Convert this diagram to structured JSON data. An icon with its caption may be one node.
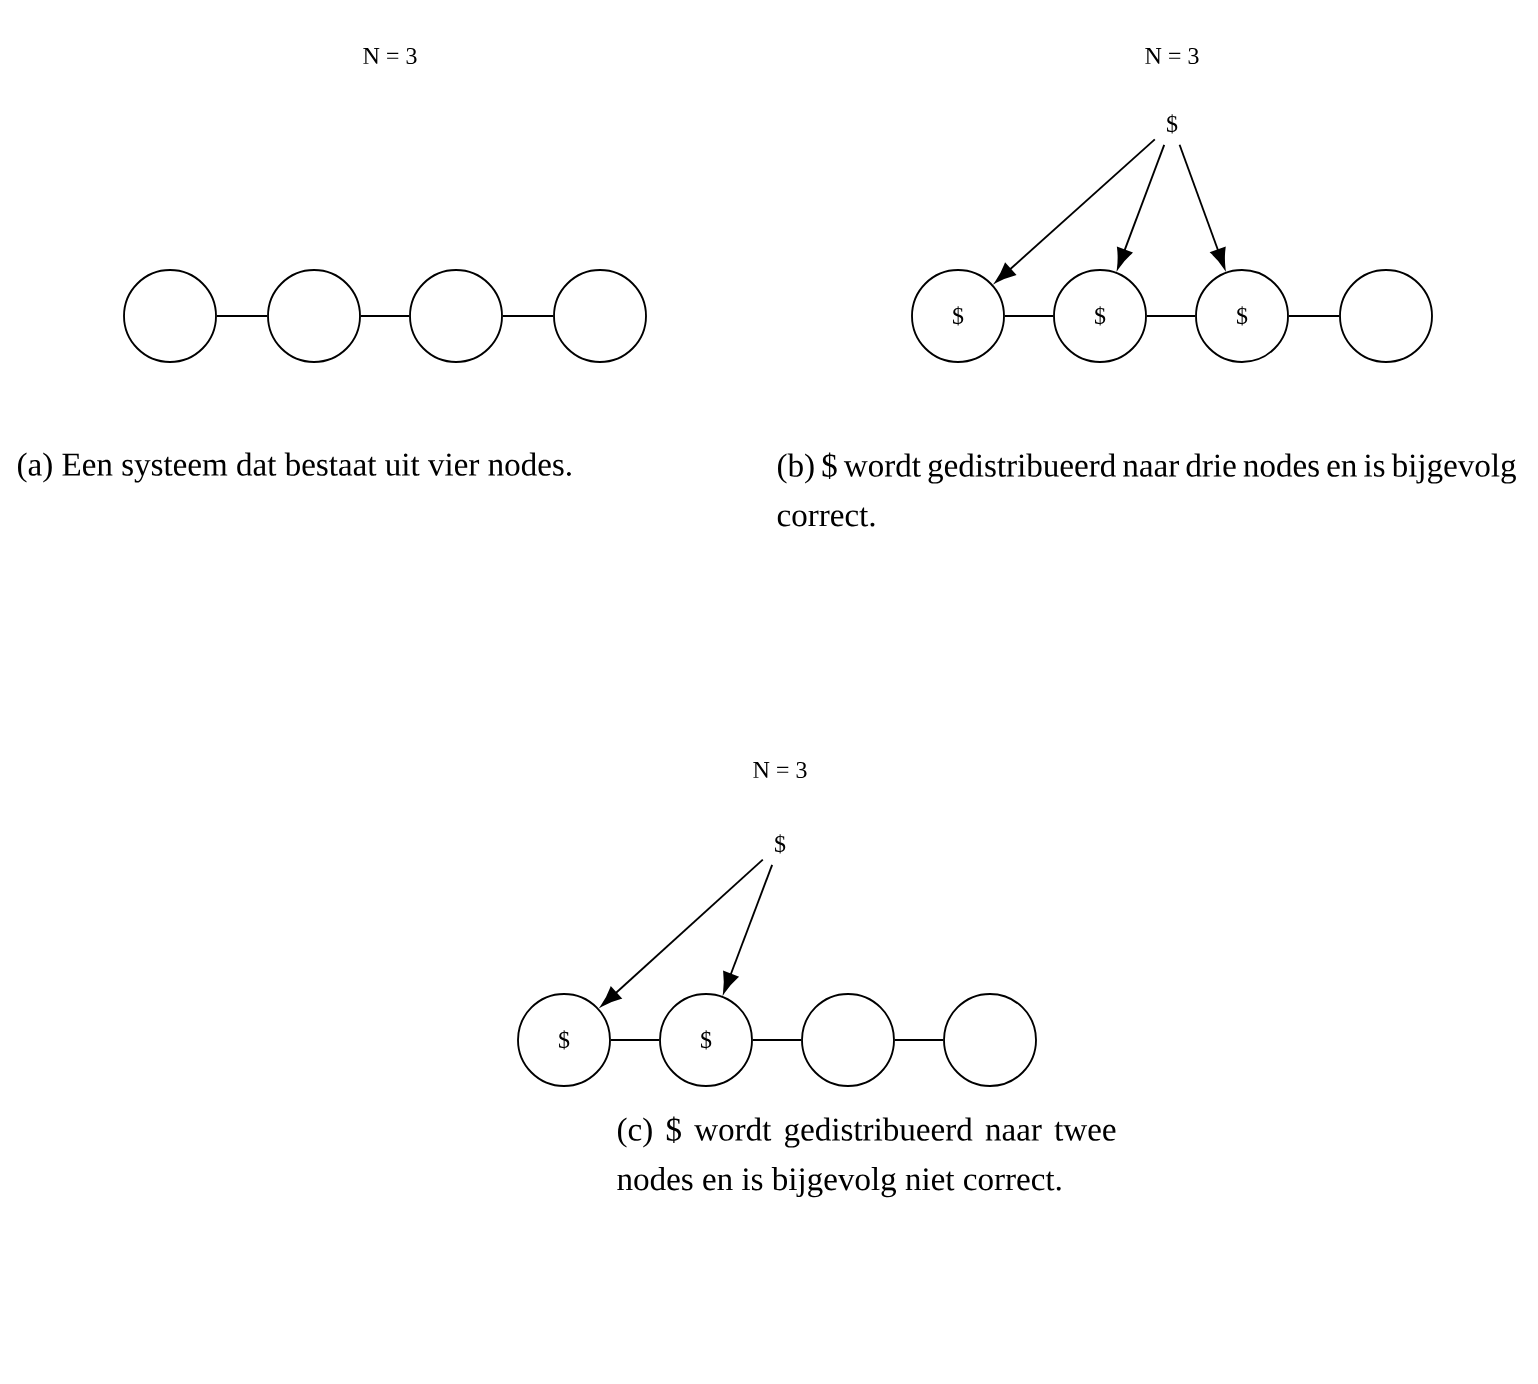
{
  "diagram": {
    "nodes": [
      {
        "text": [],
        "shape": "circle"
      },
      {
        "text": [],
        "shape": "circle"
      },
      {
        "text": [],
        "shape": "circle"
      },
      {
        "text": [],
        "shape": "circle"
      },
      {
        "text": [
          "$"
        ]
      },
      {
        "text": [
          "$"
        ]
      },
      {
        "text": [
          "$"
        ]
      },
      {
        "text": [
          "$"
        ]
      },
      {
        "text": [],
        "shape": "circle"
      },
      {
        "text": [
          "$"
        ]
      },
      {
        "text": [
          "$"
        ]
      },
      {
        "text": [
          "$"
        ]
      },
      {
        "text": [],
        "shape": "circle"
      },
      {
        "text": [],
        "shape": "circle"
      }
    ],
    "edges": [
      {
        "from": 0,
        "to": 1,
        "arrow": "none"
      },
      {
        "from": 1,
        "to": 2,
        "arrow": "none"
      },
      {
        "from": 2,
        "to": 3,
        "arrow": "none"
      },
      {
        "from": 4,
        "to": 5,
        "arrow": "to"
      },
      {
        "from": 4,
        "to": 6,
        "arrow": "to"
      },
      {
        "from": 4,
        "to": 7,
        "arrow": "to"
      },
      {
        "from": 5,
        "to": 6,
        "arrow": "none"
      },
      {
        "from": 6,
        "to": 7,
        "arrow": "none"
      },
      {
        "from": 7,
        "to": 8,
        "arrow": "none"
      },
      {
        "from": 9,
        "to": 10,
        "arrow": "to"
      },
      {
        "from": 9,
        "to": 11,
        "arrow": "to"
      },
      {
        "from": 10,
        "to": 11,
        "arrow": "none"
      },
      {
        "from": 11,
        "to": 12,
        "arrow": "none"
      },
      {
        "from": 12,
        "to": 13,
        "arrow": "none"
      }
    ],
    "labels": [
      "N = 3",
      "N = 3",
      "(a) Een systeem dat bestaat uit vier nodes.",
      "(b) $ wordt gedistribueerd naar drie nodes en is bijgevolg correct.",
      "N = 3",
      "(c) $ wordt gedistribueerd naar twee nodes en is bijgevolg niet correct."
    ]
  }
}
